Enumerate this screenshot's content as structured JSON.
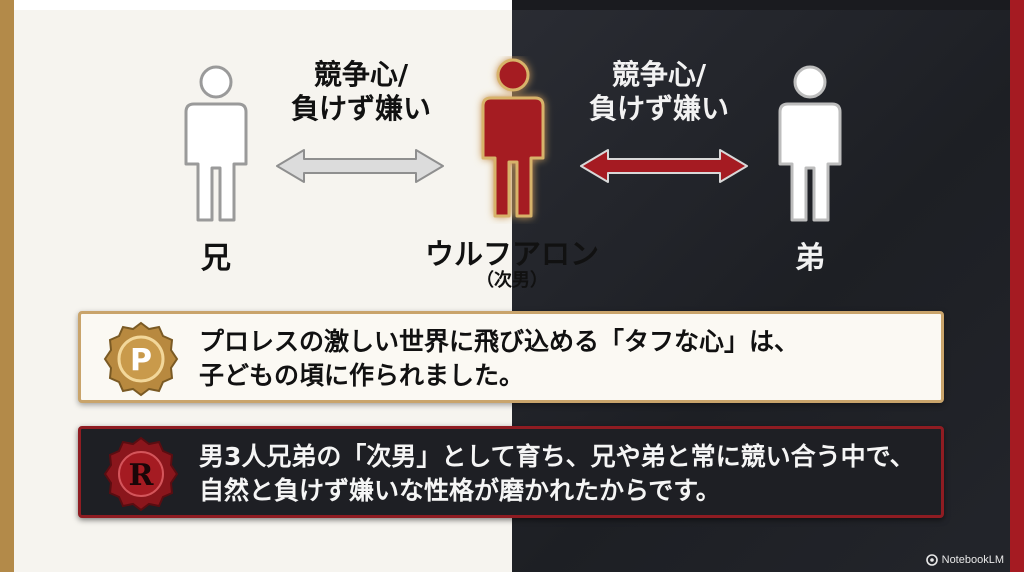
{
  "people": {
    "left": {
      "label": "兄"
    },
    "center": {
      "label": "ウルフアロン",
      "sub": "（次男）"
    },
    "right": {
      "label": "弟"
    }
  },
  "relations": {
    "left": {
      "line1": "競争心/",
      "line2": "負けず嫌い"
    },
    "right": {
      "line1": "競争心/",
      "line2": "負けず嫌い"
    }
  },
  "cards": {
    "p": {
      "badge": "P",
      "line1": "プロレスの激しい世界に飛び込める「タフな心」は、",
      "line2": "子どもの頃に作られました。"
    },
    "r": {
      "badge": "R",
      "line1": "男3人兄弟の「次男」として育ち、兄や弟と常に競い合う中で、",
      "line2": "自然と負けず嫌いな性格が磨かれたからです。"
    }
  },
  "watermark": "NotebookLM",
  "colors": {
    "gold": "#b38a49",
    "red": "#a51b22",
    "dark": "#1e1f24",
    "light": "#f6f4ef"
  }
}
